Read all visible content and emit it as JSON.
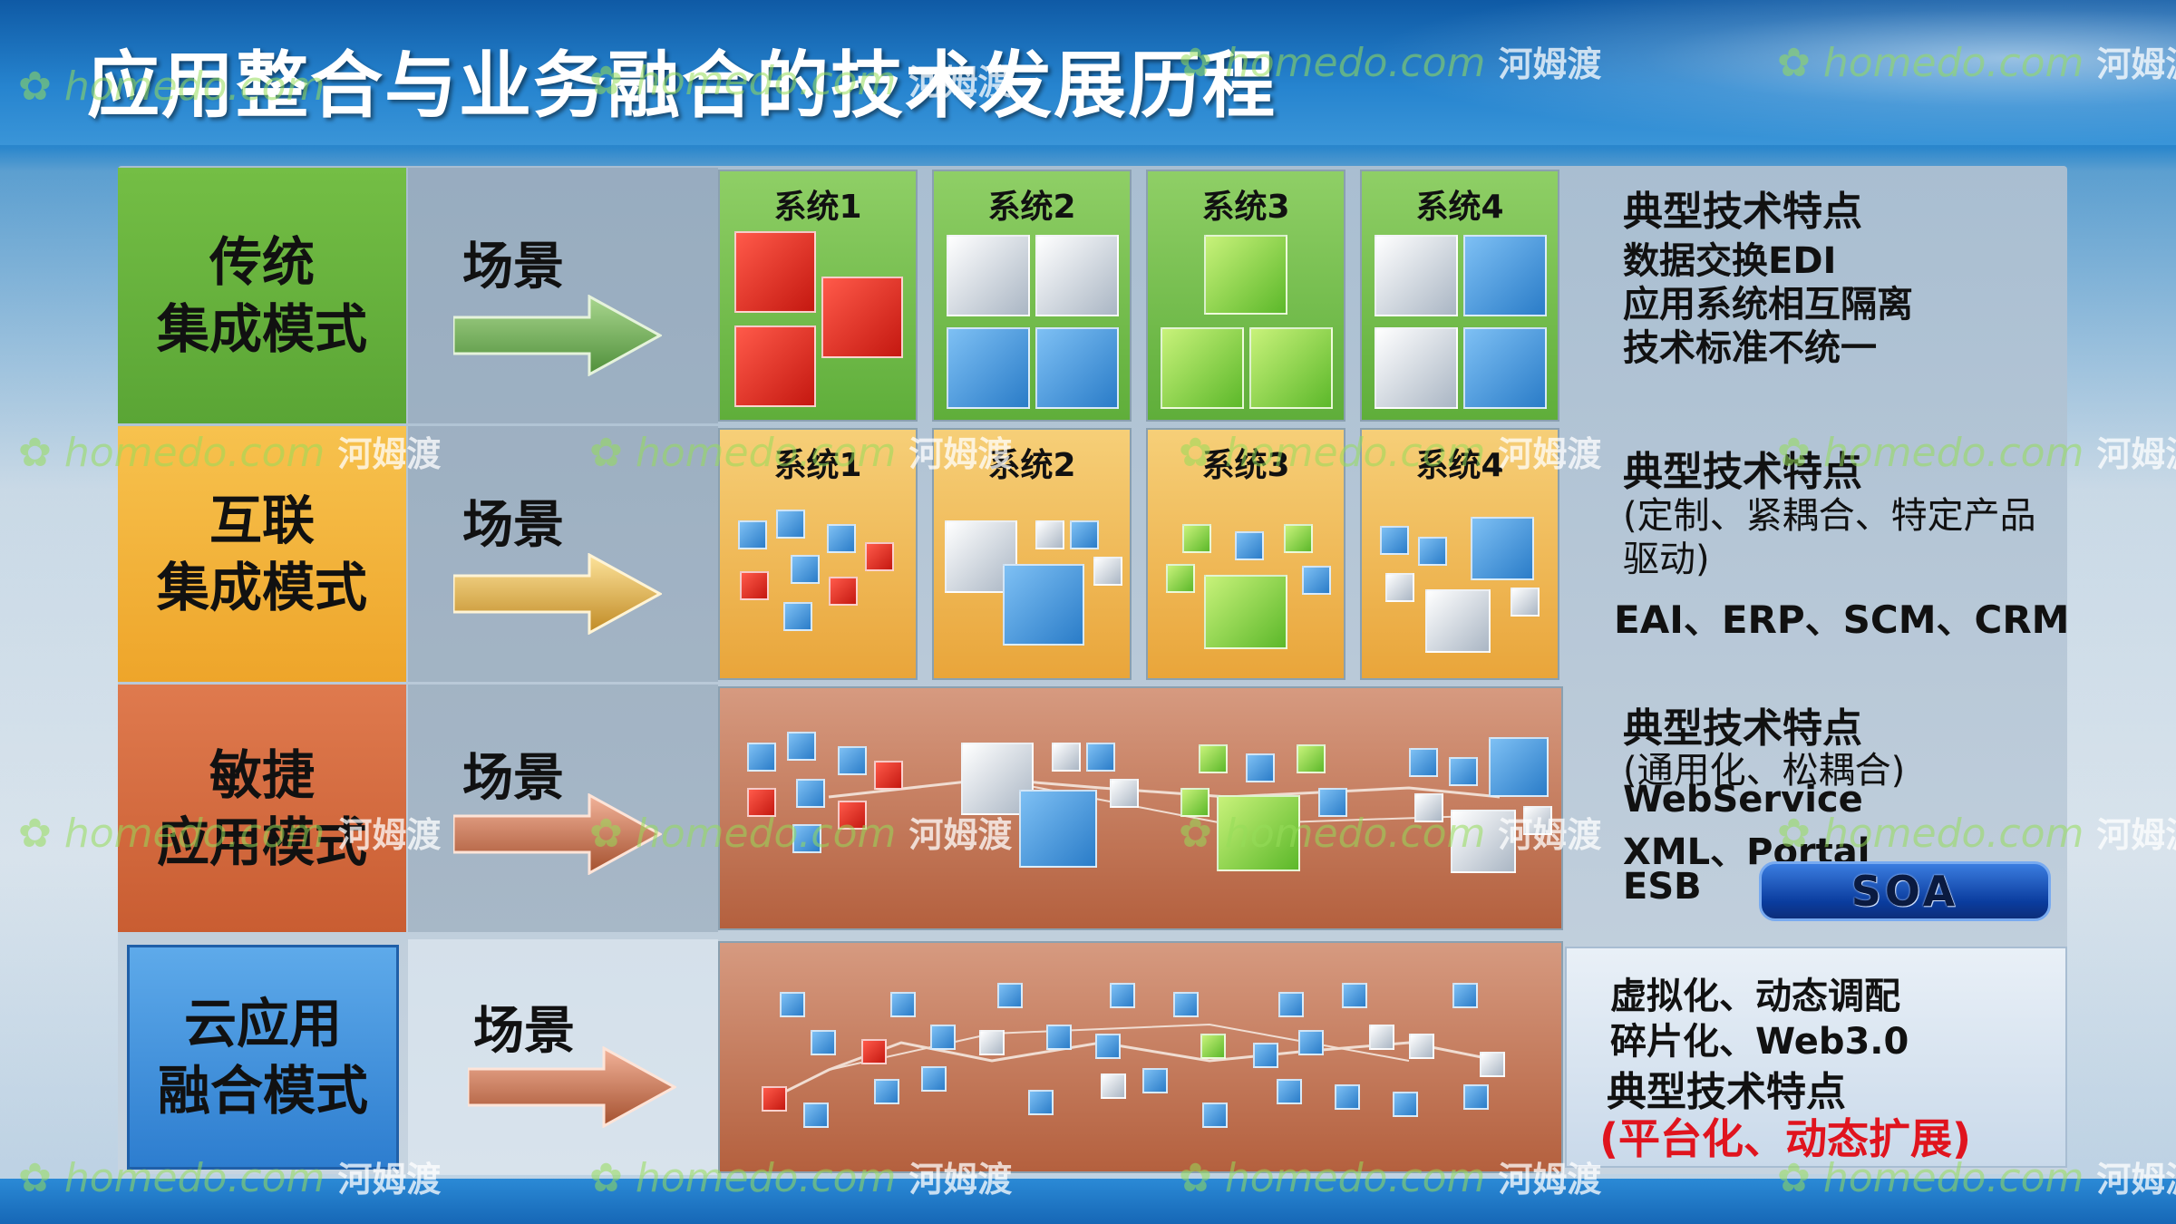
{
  "title": "应用整合与业务融合的技术发展历程",
  "rows": [
    {
      "label_line1": "传统",
      "label_line2": "集成模式",
      "scene": "场景",
      "systems": [
        "系统1",
        "系统2",
        "系统3",
        "系统4"
      ],
      "info": [
        "典型技术特点",
        "数据交换EDI",
        "应用系统相互隔离",
        "技术标准不统一"
      ]
    },
    {
      "label_line1": "互联",
      "label_line2": "集成模式",
      "scene": "场景",
      "systems": [
        "系统1",
        "系统2",
        "系统3",
        "系统4"
      ],
      "info": [
        "典型技术特点",
        "(定制、紧耦合、特定产品",
        "驱动)",
        "EAI、ERP、SCM、CRM"
      ]
    },
    {
      "label_line1": "敏捷",
      "label_line2": "应用模式",
      "scene": "场景",
      "info": [
        "典型技术特点",
        "(通用化、松耦合)",
        "WebService",
        "XML、Portal",
        "ESB"
      ],
      "badge": "SOA"
    },
    {
      "label_line1": "云应用",
      "label_line2": "融合模式",
      "scene": "场景",
      "info": [
        "虚拟化、动态调配",
        "碎片化、Web3.0",
        "典型技术特点",
        "(平台化、动态扩展)"
      ]
    }
  ],
  "watermark": {
    "latin": "homedo.com",
    "cn": "河姆渡"
  },
  "colors": {
    "traditional": "#6cb33f",
    "interconnect": "#f2b43a",
    "agile": "#d2693f",
    "cloud": "#3f93d8",
    "highlight_red": "#e0141e"
  }
}
